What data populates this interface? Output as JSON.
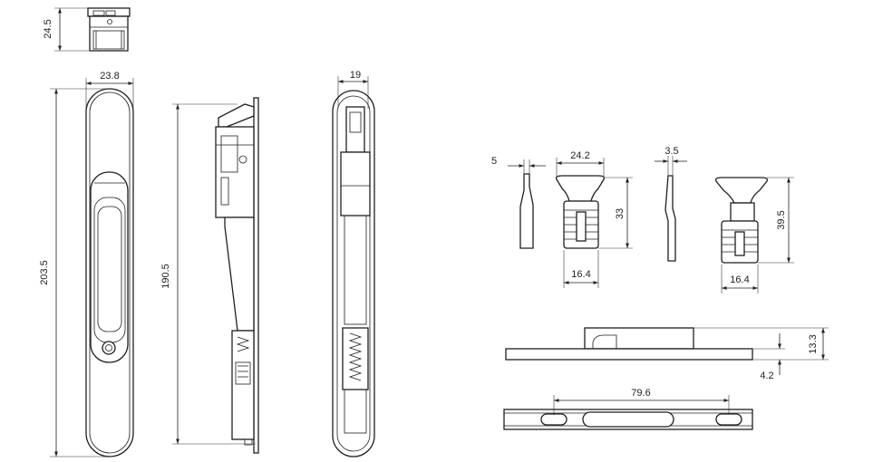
{
  "dimensions": {
    "top_height": "24.5",
    "front_width": "23.8",
    "front_height": "203.5",
    "side_height": "190.5",
    "rear_width": "19",
    "tab1_thickness": "5",
    "knob1_width": "24.2",
    "knob1_height": "33",
    "knob1_base": "16.4",
    "tab2_thickness": "3.5",
    "knob2_height": "39.5",
    "knob2_base": "16.4",
    "plate_height": "13.3",
    "plate_thickness": "4.2",
    "slot_spacing": "79.6"
  },
  "colors": {
    "line": "#1f1f1f",
    "background": "#ffffff"
  }
}
